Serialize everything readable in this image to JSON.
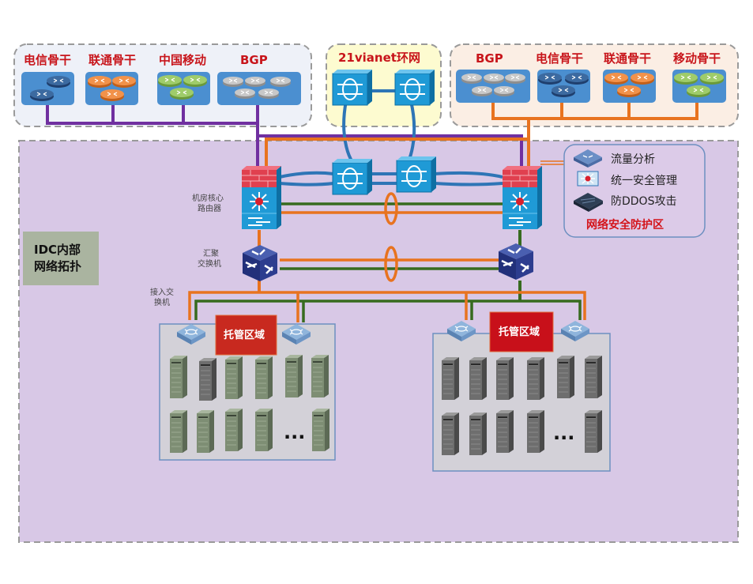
{
  "diagram": {
    "title": "IDC网络拓扑",
    "left_isp_group": {
      "providers": [
        {
          "name": "电信骨干",
          "router_color": "dark-blue",
          "router_count": 2
        },
        {
          "name": "联通骨干",
          "router_color": "orange",
          "router_count": 3
        },
        {
          "name": "中国移动",
          "router_color": "green",
          "router_count": 3
        },
        {
          "name": "BGP",
          "router_color": "gray",
          "router_count": 5
        }
      ],
      "uplink_color": "#7030a0"
    },
    "ring_group": {
      "name": "21vianet环网",
      "switch_count": 2
    },
    "right_isp_group": {
      "providers": [
        {
          "name": "BGP",
          "router_color": "gray",
          "router_count": 5
        },
        {
          "name": "电信骨干",
          "router_color": "dark-blue",
          "router_count": 3
        },
        {
          "name": "联通骨干",
          "router_color": "orange",
          "router_count": 3
        },
        {
          "name": "移动骨干",
          "router_color": "green",
          "router_count": 3
        }
      ],
      "uplink_color": "#e8731f"
    },
    "idc_zone": {
      "label_line1": "IDC内部",
      "label_line2": "网络拓扑",
      "core_router_label_line1": "机房核心",
      "core_router_label_line2": "路由器",
      "aggregation_label_line1": "汇聚",
      "aggregation_label_line2": "交换机",
      "access_label_line1": "接入交",
      "access_label_line2": "换机",
      "hosting_areas": [
        {
          "label": "托管区域",
          "server_style": "green-gray",
          "ellipsis": "..."
        },
        {
          "label": "托管区域",
          "server_style": "gray",
          "ellipsis": "..."
        }
      ]
    },
    "security_legend": {
      "items": [
        {
          "icon": "traffic-analysis-icon",
          "label": "流量分析"
        },
        {
          "icon": "security-management-icon",
          "label": "统一安全管理"
        },
        {
          "icon": "anti-ddos-icon",
          "label": "防DDOS攻击"
        }
      ],
      "title": "网络安全防护区"
    },
    "colors": {
      "purple_link": "#7030a0",
      "orange_link": "#e8731f",
      "green_link": "#376b1f",
      "blue_link": "#2e75b6",
      "idc_background": "#d8c8e6",
      "label_red": "#c8151b"
    }
  }
}
